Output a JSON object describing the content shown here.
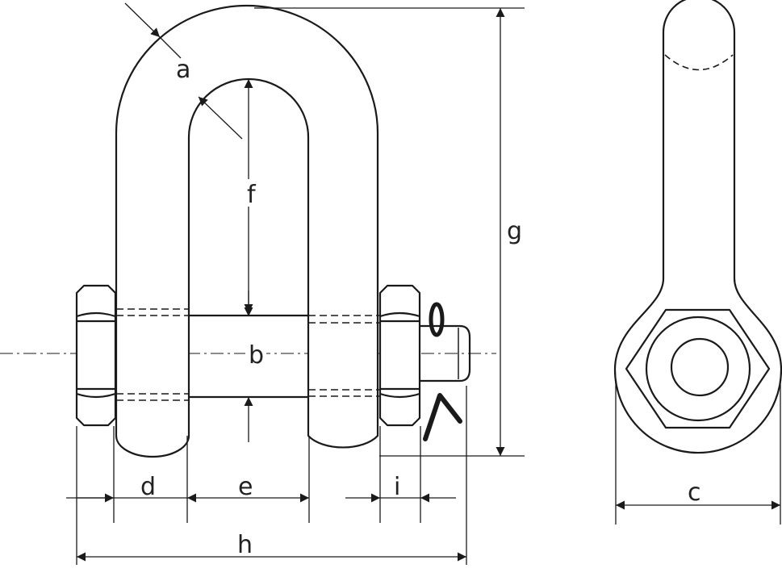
{
  "dimension_labels": {
    "a": "a",
    "b": "b",
    "c": "c",
    "d": "d",
    "e": "e",
    "f": "f",
    "g": "g",
    "h": "h",
    "i": "i"
  },
  "colors": {
    "line": "#1a1a1a",
    "background": "#ffffff"
  }
}
